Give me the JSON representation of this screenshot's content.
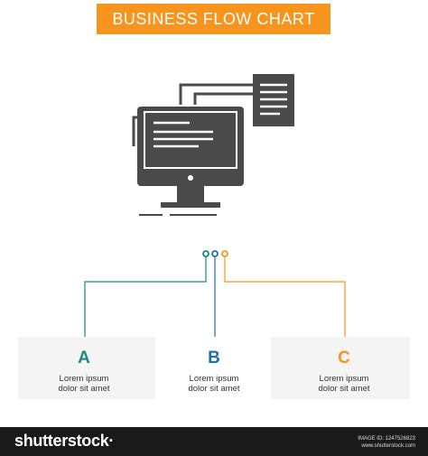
{
  "title": "BUSINESS FLOW CHART",
  "colors": {
    "banner": "#f7941d",
    "step_a": "#1a8a7f",
    "step_b": "#1f6fa8",
    "step_c": "#f7941d",
    "icon": "#4a4a4a",
    "panel": "#f4f4f4",
    "footer": "#1a1a1a"
  },
  "illustration": {
    "icon": "computer-monitor-with-document-icon"
  },
  "steps": [
    {
      "letter": "A",
      "line1": "Lorem ipsum",
      "line2": "dolor sit amet"
    },
    {
      "letter": "B",
      "line1": "Lorem ipsum",
      "line2": "dolor sit amet"
    },
    {
      "letter": "C",
      "line1": "Lorem ipsum",
      "line2": "dolor sit amet"
    }
  ],
  "footer": {
    "logo": "shutterstock·",
    "image_id": "IMAGE ID: 1247526823",
    "site": "www.shutterstock.com"
  }
}
